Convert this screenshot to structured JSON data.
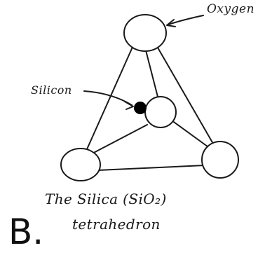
{
  "labels": {
    "oxygen": "Oxygen",
    "silicon": "Silicon"
  },
  "caption": {
    "line1": "The Silica (SiO₂)",
    "line2": "tetrahedron"
  },
  "figure_letter": "B.",
  "colors": {
    "ink": "#1a1a1a",
    "background": "#ffffff",
    "silicon_atom": "#000000"
  }
}
